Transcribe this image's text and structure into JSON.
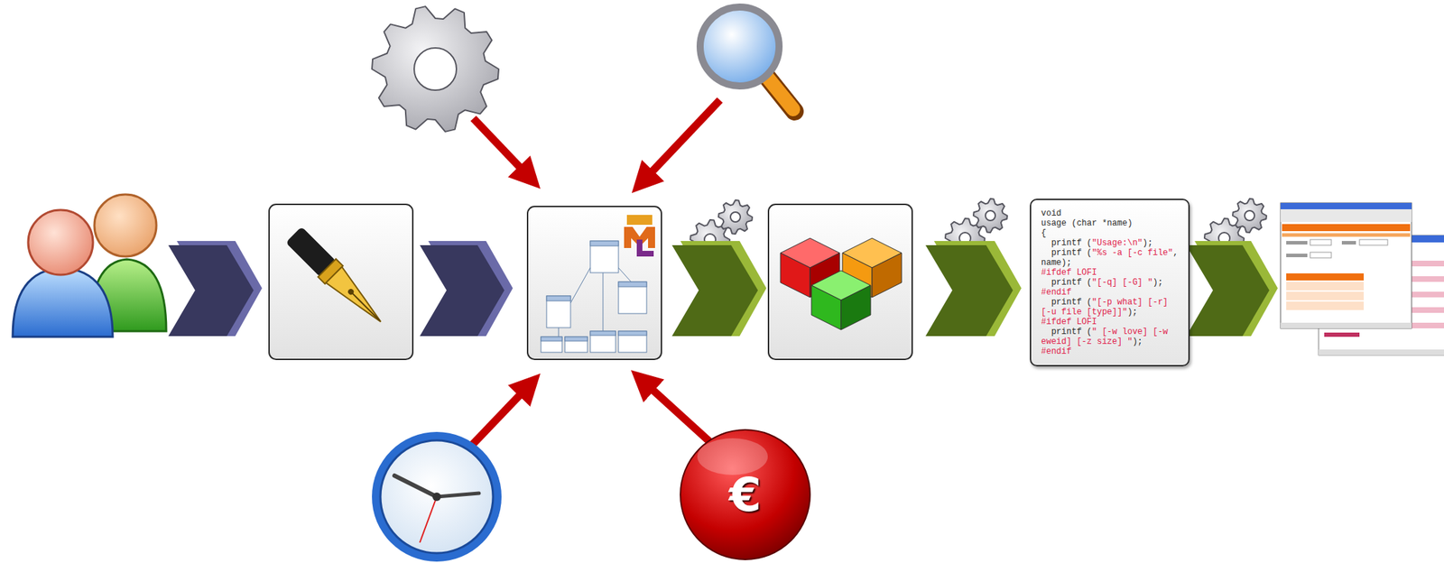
{
  "diagram": {
    "nodes": [
      {
        "text": [
          "void",
          "usage (char *name)",
          "{",
          "  printf (\"Usage:\\n\");",
          "  printf (\"%s -a [-c file\",",
          "name);",
          "#ifdef LOFI",
          "  printf (\"[-q] [-G] \");",
          "#endif",
          "  printf (\"[-p what] [-r]",
          "[-u file [type]]\");",
          "#ifdef LOFI",
          "  printf (\" [-w love] [-w",
          "eweid] [-z size] \");",
          "#endif"
        ]
      }
    ],
    "edges": [],
    "labels": [
      "€"
    ]
  }
}
